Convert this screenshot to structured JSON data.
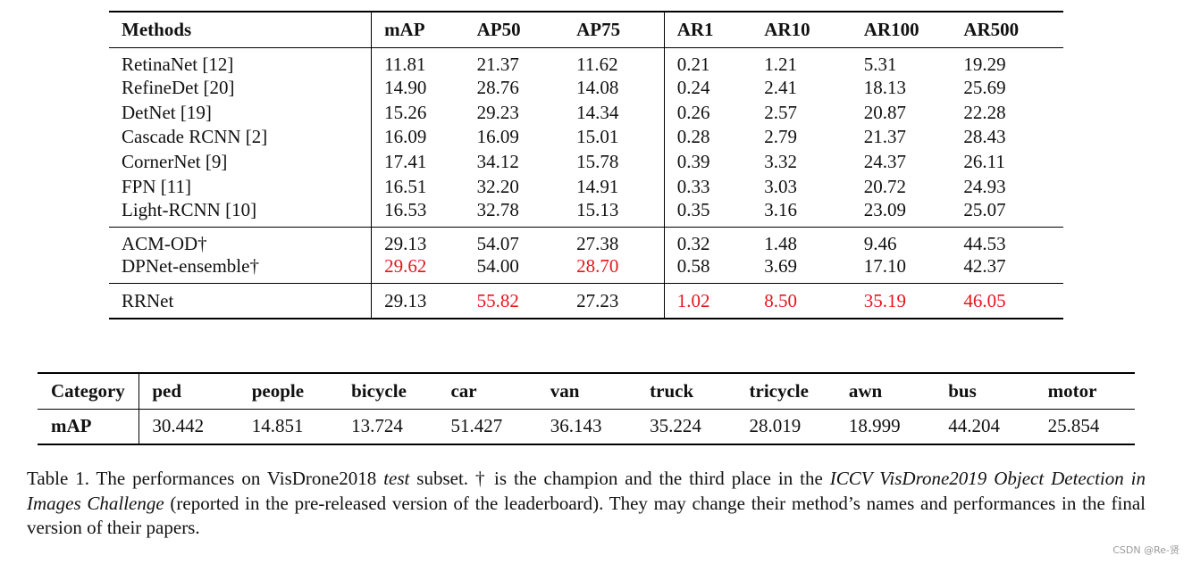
{
  "table1": {
    "headers": [
      "Methods",
      "mAP",
      "AP50",
      "AP75",
      "AR1",
      "AR10",
      "AR100",
      "AR500"
    ],
    "group1": [
      [
        "RetinaNet [12]",
        "11.81",
        "21.37",
        "11.62",
        "0.21",
        "1.21",
        "5.31",
        "19.29"
      ],
      [
        "RefineDet [20]",
        "14.90",
        "28.76",
        "14.08",
        "0.24",
        "2.41",
        "18.13",
        "25.69"
      ],
      [
        "DetNet [19]",
        "15.26",
        "29.23",
        "14.34",
        "0.26",
        "2.57",
        "20.87",
        "22.28"
      ],
      [
        "Cascade RCNN [2]",
        "16.09",
        "16.09",
        "15.01",
        "0.28",
        "2.79",
        "21.37",
        "28.43"
      ],
      [
        "CornerNet [9]",
        "17.41",
        "34.12",
        "15.78",
        "0.39",
        "3.32",
        "24.37",
        "26.11"
      ],
      [
        "FPN [11]",
        "16.51",
        "32.20",
        "14.91",
        "0.33",
        "3.03",
        "20.72",
        "24.93"
      ],
      [
        "Light-RCNN [10]",
        "16.53",
        "32.78",
        "15.13",
        "0.35",
        "3.16",
        "23.09",
        "25.07"
      ]
    ],
    "group2": [
      [
        "ACM-OD†",
        "29.13",
        "54.07",
        "27.38",
        "0.32",
        "1.48",
        "9.46",
        "44.53"
      ],
      [
        "DPNet-ensemble†",
        "29.62",
        "54.00",
        "28.70",
        "0.58",
        "3.69",
        "17.10",
        "42.37"
      ]
    ],
    "group3": [
      [
        "RRNet",
        "29.13",
        "55.82",
        "27.23",
        "1.02",
        "8.50",
        "35.19",
        "46.05"
      ]
    ],
    "highlight_color": "#e8141c"
  },
  "table2": {
    "header_label": "Category",
    "categories": [
      "ped",
      "people",
      "bicycle",
      "car",
      "van",
      "truck",
      "tricycle",
      "awn",
      "bus",
      "motor"
    ],
    "row_label": "mAP",
    "values": [
      "30.442",
      "14.851",
      "13.724",
      "51.427",
      "36.143",
      "35.224",
      "28.019",
      "18.999",
      "44.204",
      "25.854"
    ]
  },
  "caption": {
    "part1": "Table 1. The performances on VisDrone2018 ",
    "part2_italic": "test",
    "part3": " subset. † is the champion and the third place in the ",
    "part4_italic": "ICCV VisDrone2019 Object Detection in Images Challenge",
    "part5": " (reported in the pre-released version of the leaderboard). They may change their method’s names and performances in the final version of their papers."
  },
  "watermark": "CSDN @Re-贤"
}
